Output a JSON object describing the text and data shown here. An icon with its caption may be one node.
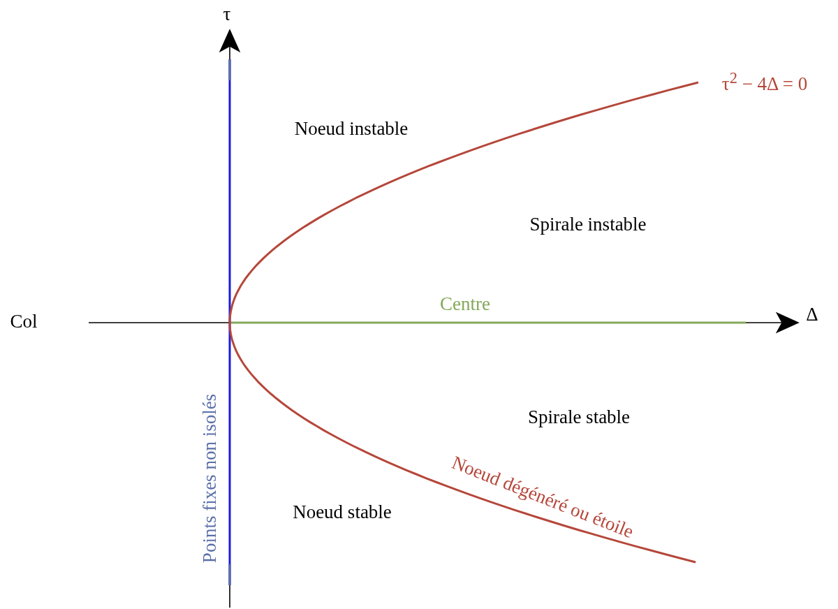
{
  "diagram": {
    "labels": [
      "τ",
      "Noeud instable",
      "τ$^{2}$ − 4Δ = 0",
      "Spirale instable",
      "Col",
      "Centre",
      "Δ",
      "Points fixes non isolés",
      "Spirale stable",
      "Noeud dégénéré ou étoile",
      "Noeud stable"
    ]
  }
}
